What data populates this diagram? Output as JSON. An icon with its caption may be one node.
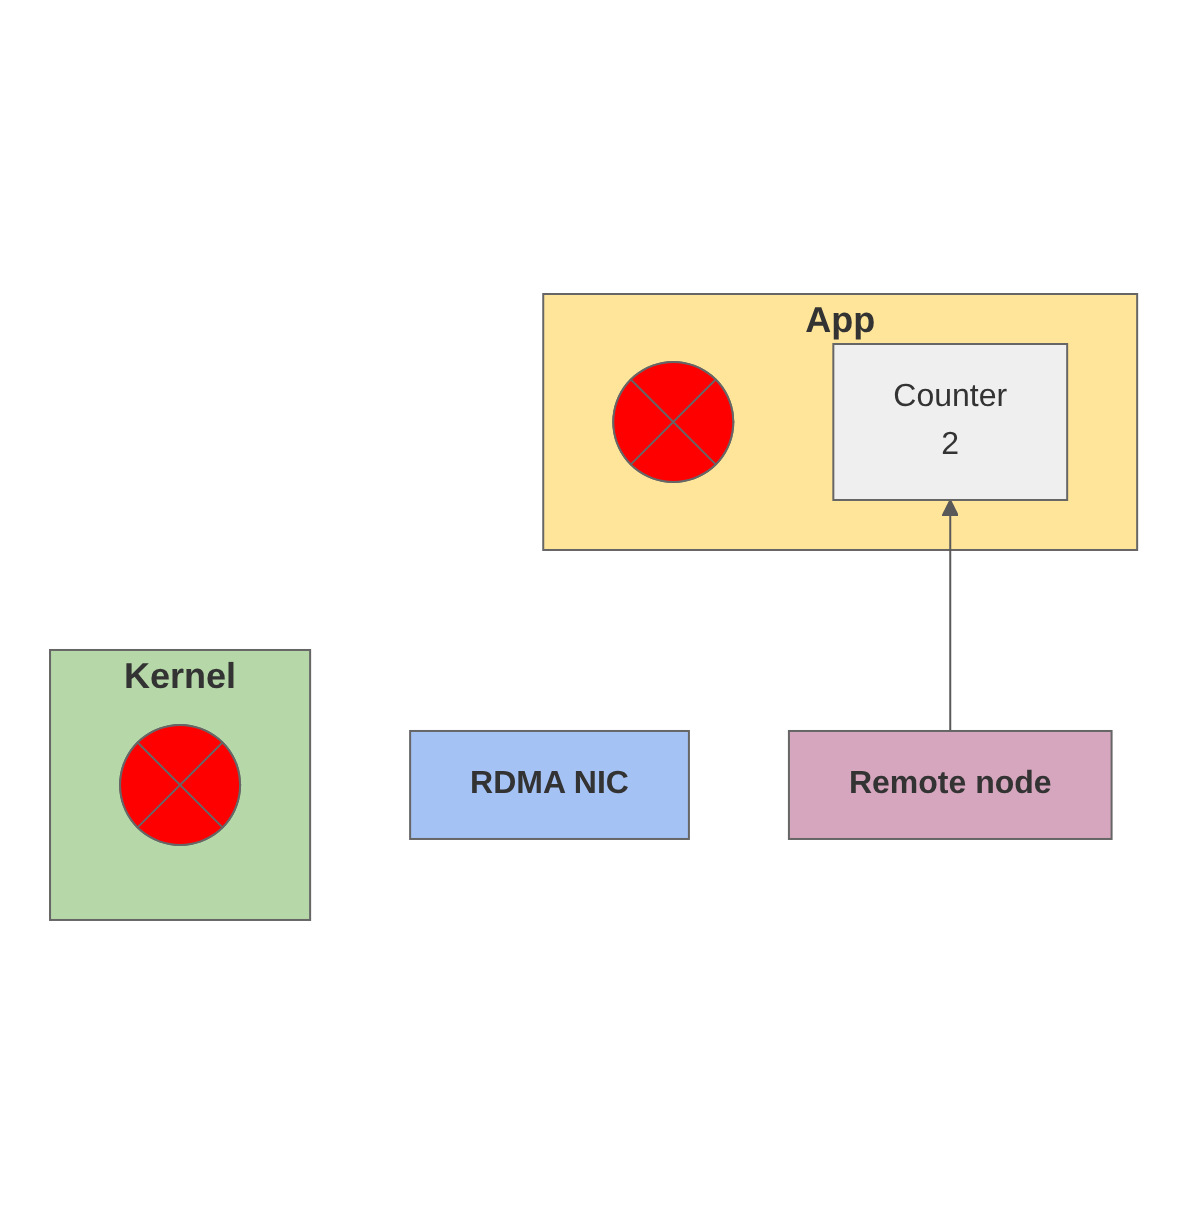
{
  "diagram": {
    "nodes": [
      {
        "text": [
          "App"
        ]
      },
      {
        "text": [],
        "shape": "cross",
        "in": 0
      },
      {
        "text": [
          "Counter",
          "2"
        ],
        "in": 0
      },
      {
        "text": [
          "Kernel"
        ]
      },
      {
        "text": [],
        "shape": "cross",
        "in": 3
      },
      {
        "text": [
          "RDMA NIC"
        ]
      },
      {
        "text": [
          "Remote node"
        ]
      }
    ],
    "edges": [
      {
        "from": 6,
        "to": 2,
        "arrow": "to",
        "color": "#595959"
      }
    ]
  }
}
